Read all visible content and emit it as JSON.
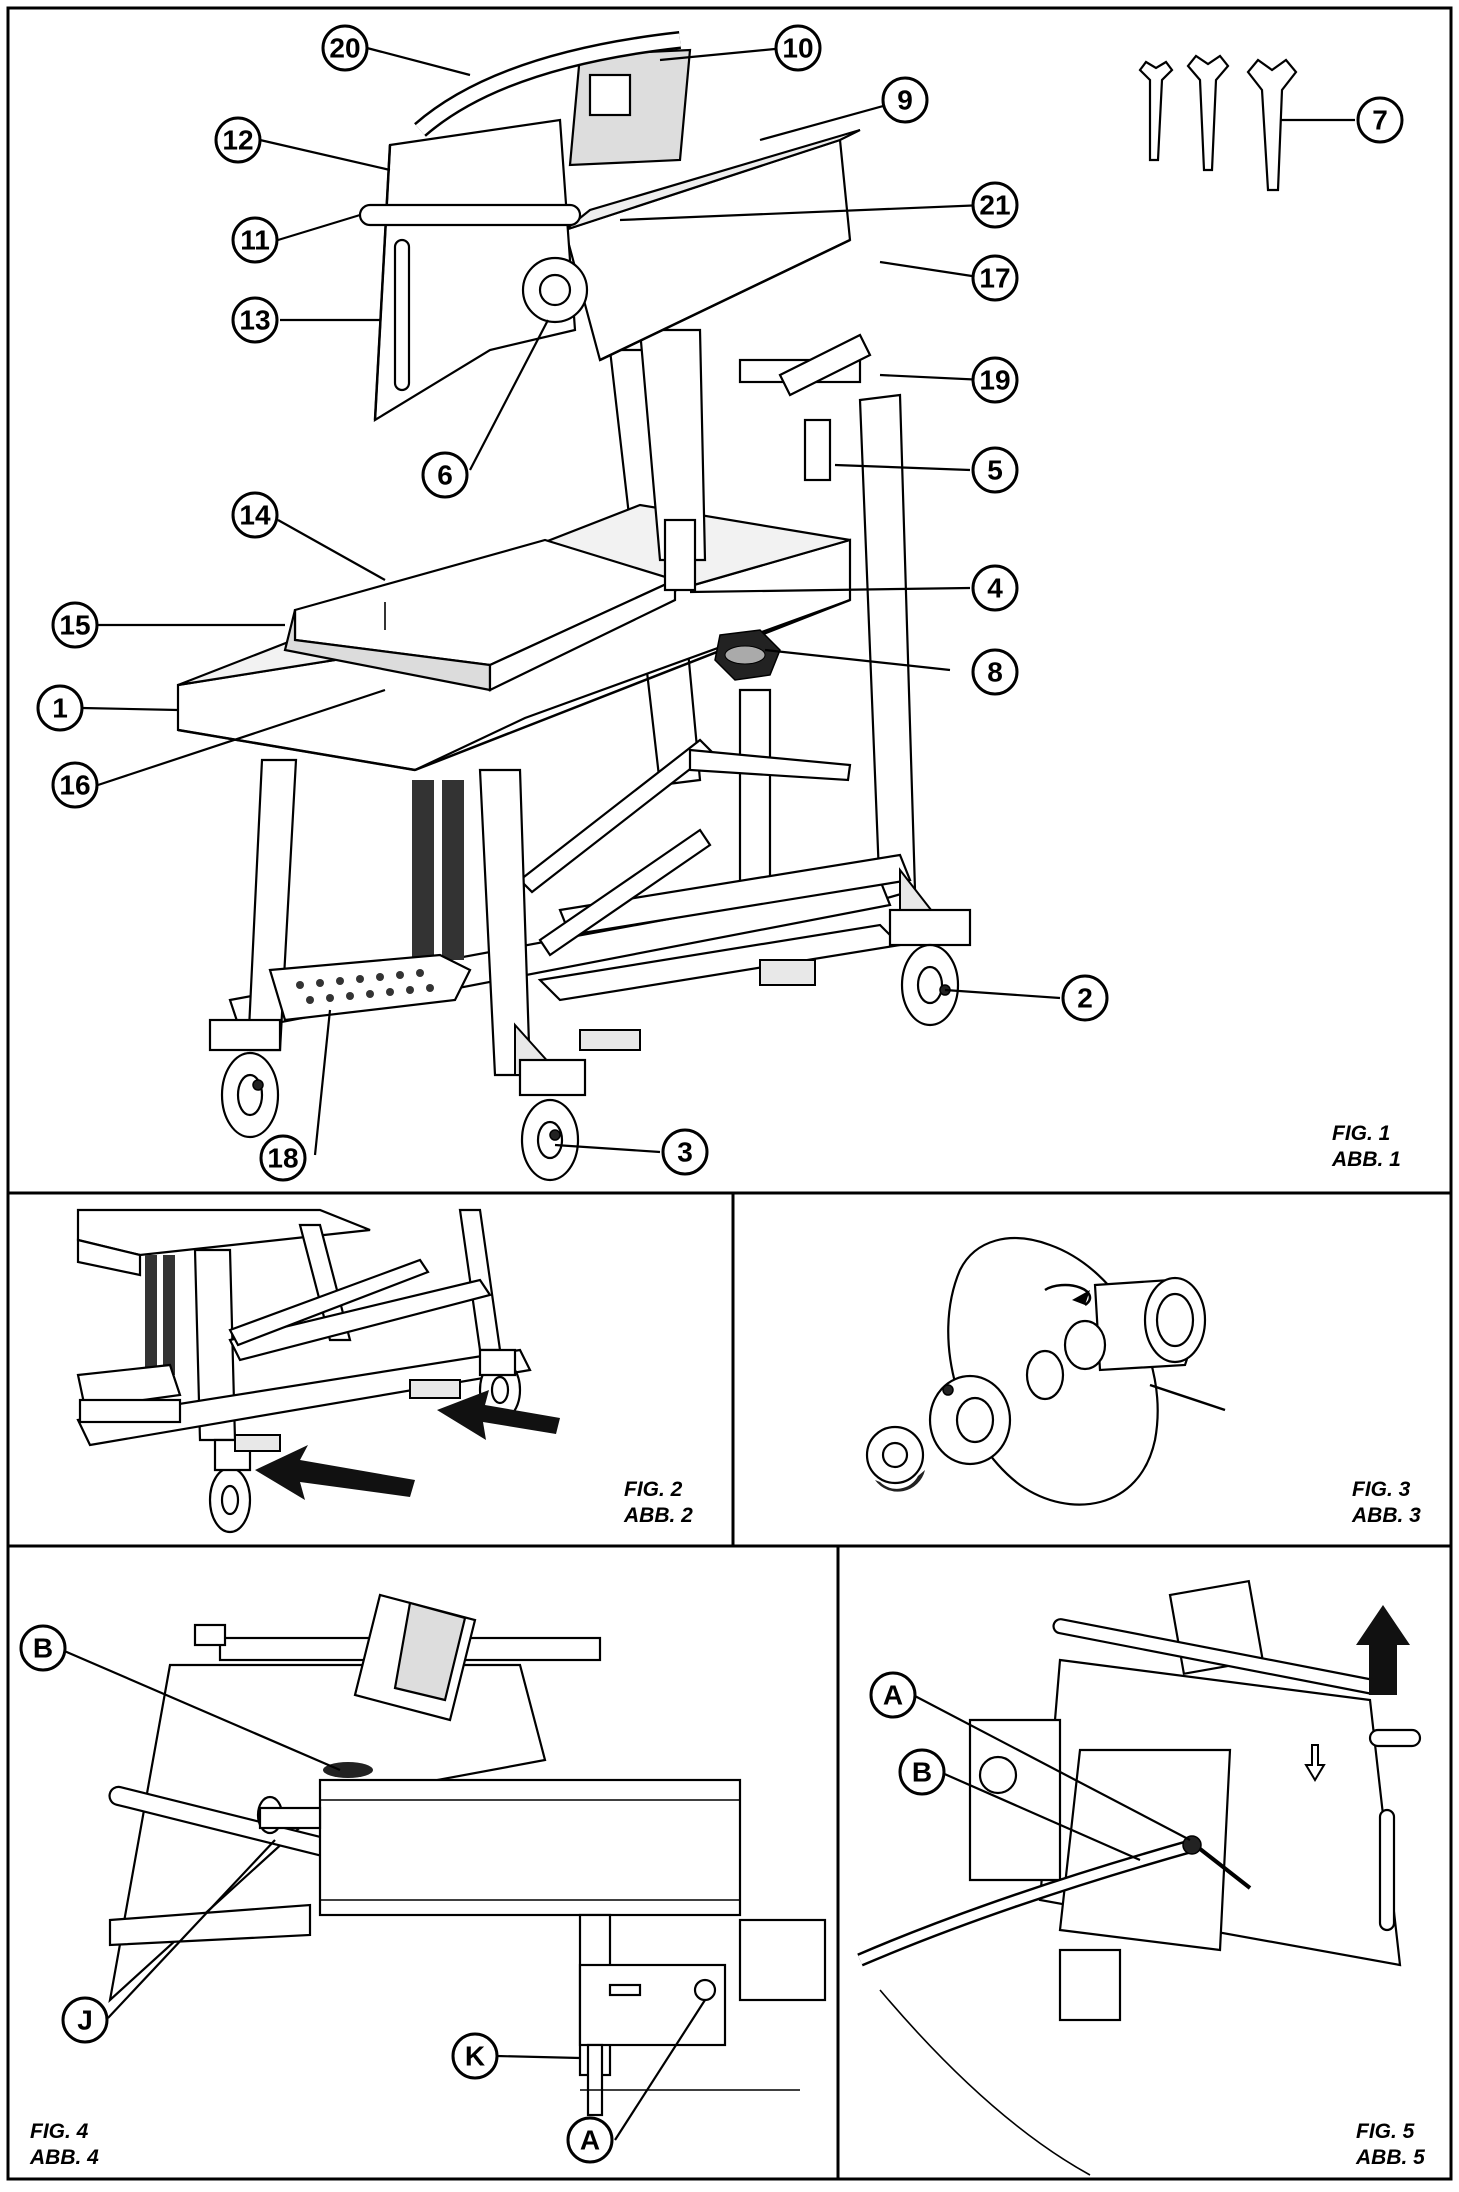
{
  "figures": {
    "fig1": {
      "caption_line1": "FIG. 1",
      "caption_line2": "ABB. 1"
    },
    "fig2": {
      "caption_line1": "FIG. 2",
      "caption_line2": "ABB. 2"
    },
    "fig3": {
      "caption_line1": "FIG. 3",
      "caption_line2": "ABB. 3"
    },
    "fig4": {
      "caption_line1": "FIG. 4",
      "caption_line2": "ABB. 4"
    },
    "fig5": {
      "caption_line1": "FIG. 5",
      "caption_line2": "ABB. 5"
    }
  },
  "callouts": {
    "c1": "1",
    "c2": "2",
    "c3": "3",
    "c4": "4",
    "c5": "5",
    "c6": "6",
    "c7": "7",
    "c8": "8",
    "c9": "9",
    "c10": "10",
    "c11": "11",
    "c12": "12",
    "c13": "13",
    "c14": "14",
    "c15": "15",
    "c16": "16",
    "c17": "17",
    "c18": "18",
    "c19": "19",
    "c20": "20",
    "c21": "21",
    "f4A": "A",
    "f4B": "B",
    "f4J": "J",
    "f4K": "K",
    "f5A": "A",
    "f5B": "B"
  }
}
